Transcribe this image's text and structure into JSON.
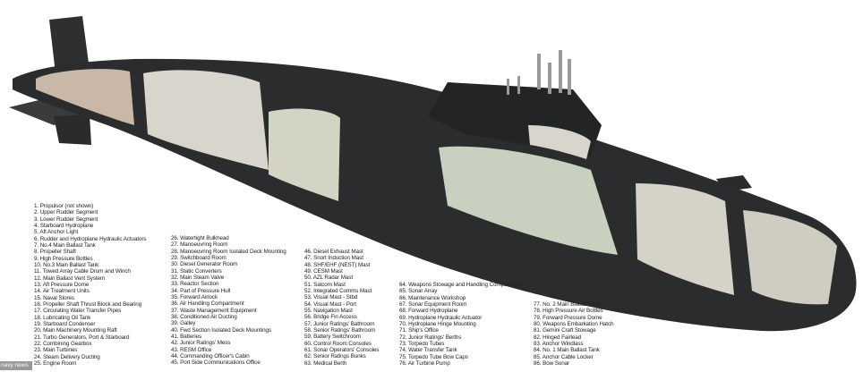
{
  "legend": {
    "col1": [
      "1.  Propulsor (not shown)",
      "2.  Upper Rudder Segment",
      "3.  Lower Rudder Segment",
      "4.  Starboard Hydroplane",
      "5.  Aft Anchor Light",
      "6.  Rudder and Hydroplane Hydraulic Actuators",
      "7.  No.4 Main Ballast Tank",
      "8.  Propeller Shaft",
      "9.  High Pressure Bottles",
      "10. No.3 Main Ballast Tank",
      "11. Towed Array Cable Drum and Winch",
      "12. Main Ballast Vent System",
      "13. Aft Pressure Dome",
      "14. Air Treatment Units",
      "15. Naval Stores",
      "16. Propeller Shaft Thrust Block and Bearing",
      "17. Circulating Water Transfer Pipes",
      "18. Lubricating Oil Tank",
      "19. Starboard Condenser",
      "20. Main Machinery Mounting Raft",
      "21. Turbo Generators, Port & Starboard",
      "22. Combining Gearbox",
      "23. Main Turbines",
      "24. Steam Delivery Ducting",
      "25. Engine Room"
    ],
    "col2": [
      "26. Watertight Bulkhead",
      "27. Manoeuvring Room",
      "28. Manoeuvring Room Isolated Deck Mounting",
      "29. Switchboard Room",
      "30. Diesel Generator Room",
      "31. Static Converters",
      "32. Main Steam Valve",
      "33. Reactor Section",
      "34. Part of Pressure Hull",
      "35. Forward Airlock",
      "36. Air Handling Compartment",
      "37. Waste Management Equipment",
      "38. Conditioned Air Ducting",
      "39. Galley",
      "40. Fwd Section Isolated Deck Mountings",
      "41. Batteries",
      "42. Junior Ratings' Mess",
      "43. RESM Office",
      "44. Commanding Officer's Cabin",
      "45. Port Side Communications Office"
    ],
    "col3": [
      "46. Diesel Exhaust Mast",
      "47. Snort Induction Mast",
      "48. SHF/EHF (NEST) Mast",
      "49. CESM Mast",
      "50. AZL Radar Mast",
      "51. Satcom Mast",
      "52. Integrated Comms Mast",
      "53. Visual Mast - Stbd",
      "54. Visual Mast - Port",
      "55. Navigation Mast",
      "56. Bridge Fin Access",
      "57. Junior Ratings' Bathroom",
      "58. Senior Ratings' Bathroom",
      "59. Battery Switchroom",
      "60. Control Room Consoles",
      "61. Sonar Operators' Consoles",
      "62. Senior Ratings Bunks",
      "63. Medical Berth"
    ],
    "col4": [
      "64. Weapons Stowage and Handling Compartment",
      "65. Sonar Array",
      "66. Maintenance Workshop",
      "67. Sonar Equipment Room",
      "68. Forward Hydroplane",
      "69. Hydroplane Hydraulic Actuator",
      "70. Hydroplane Hinge Mounting",
      "71. Ship's Office",
      "72. Junior Ratings' Berths",
      "73. Torpedo Tubes",
      "74. Water Transfer Tank",
      "75. Torpedo Tube Bow Caps",
      "76. Air Turbine Pump"
    ],
    "col5": [
      "77. No. 2 Main Ballast Tank",
      "78. High Pressure Air Bottles",
      "79. Forward Pressure Dome",
      "80. Weapons Embarkation Hatch",
      "81. Gemini Craft Stowage",
      "82. Hinged Fairlead",
      "83. Anchor Windlass",
      "84. No. 1 Main Ballast Tank",
      "85. Anchor Cable Locker",
      "86. Bow Sonar"
    ]
  },
  "watermark": "navy news",
  "colors": {
    "hull": "#2b2c2e",
    "interior": "#d8d6cc",
    "accent": "#b9c9b0"
  }
}
